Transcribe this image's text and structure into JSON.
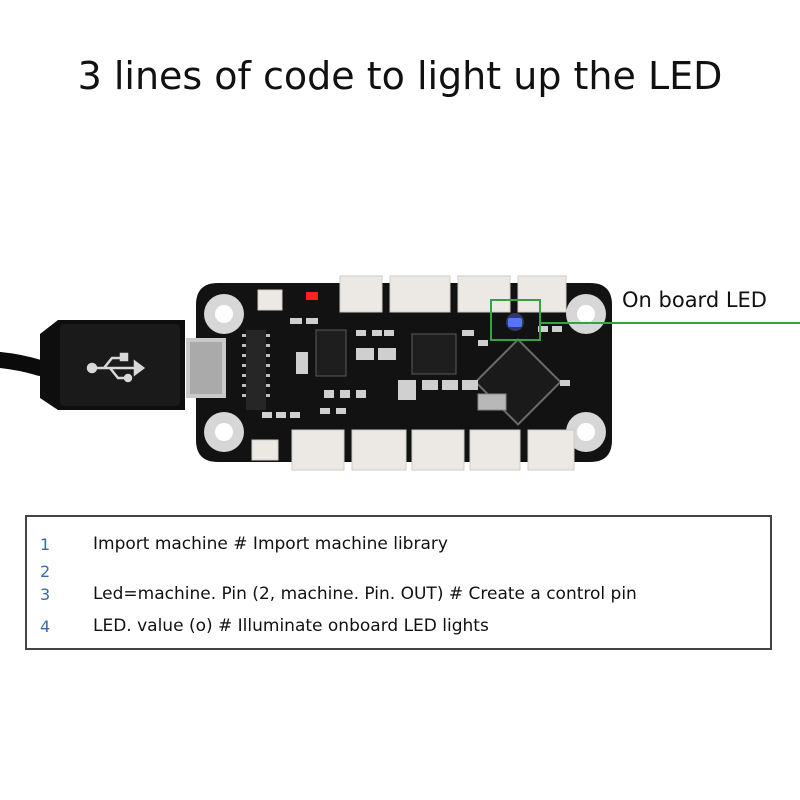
{
  "title": "3 lines of code to light up the LED",
  "annotation": {
    "label": "On board LED",
    "line_color": "#3aa046",
    "led_color": "#4a6cff"
  },
  "code_panel": {
    "lines": [
      {
        "number": "1",
        "text": "Import machine # Import machine library"
      },
      {
        "number": "2",
        "text": ""
      },
      {
        "number": "3",
        "text": "Led=machine. Pin (2, machine. Pin. OUT) # Create a control pin"
      },
      {
        "number": "4",
        "text": "LED. value (o) # Illuminate onboard LED lights"
      }
    ]
  },
  "colors": {
    "pcb": "#111111",
    "connector": "#ece9e4",
    "line_number": "#3a6aa8",
    "power_led": "#ff2020"
  }
}
